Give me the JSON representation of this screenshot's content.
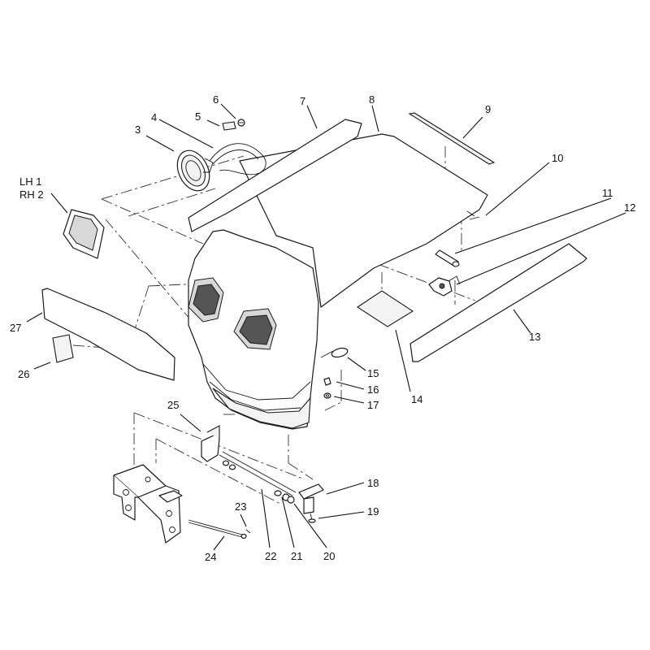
{
  "callouts": [
    {
      "id": "lh1",
      "text": "LH 1"
    },
    {
      "id": "rh2",
      "text": "RH 2"
    },
    {
      "id": "c3",
      "text": "3"
    },
    {
      "id": "c4",
      "text": "4"
    },
    {
      "id": "c5",
      "text": "5"
    },
    {
      "id": "c6",
      "text": "6"
    },
    {
      "id": "c7",
      "text": "7"
    },
    {
      "id": "c8",
      "text": "8"
    },
    {
      "id": "c9",
      "text": "9"
    },
    {
      "id": "c10",
      "text": "10"
    },
    {
      "id": "c11",
      "text": "11"
    },
    {
      "id": "c12",
      "text": "12"
    },
    {
      "id": "c13",
      "text": "13"
    },
    {
      "id": "c14",
      "text": "14"
    },
    {
      "id": "c15",
      "text": "15"
    },
    {
      "id": "c16",
      "text": "16"
    },
    {
      "id": "c17",
      "text": "17"
    },
    {
      "id": "c18",
      "text": "18"
    },
    {
      "id": "c19",
      "text": "19"
    },
    {
      "id": "c20",
      "text": "20"
    },
    {
      "id": "c21",
      "text": "21"
    },
    {
      "id": "c22",
      "text": "22"
    },
    {
      "id": "c23",
      "text": "23"
    },
    {
      "id": "c24",
      "text": "24"
    },
    {
      "id": "c25",
      "text": "25"
    },
    {
      "id": "c26",
      "text": "26"
    },
    {
      "id": "c27",
      "text": "27"
    }
  ]
}
